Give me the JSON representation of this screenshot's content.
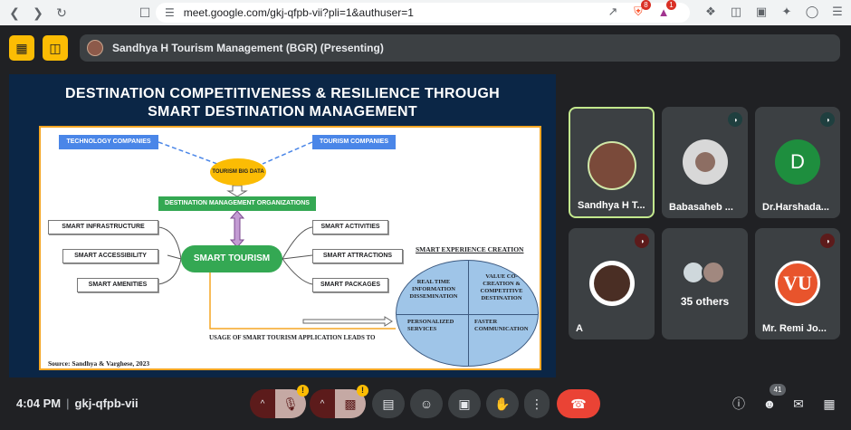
{
  "browser": {
    "url": "meet.google.com/gkj-qfpb-vii?pli=1&authuser=1",
    "brave_badge": "8",
    "alert_badge": "1"
  },
  "meet": {
    "presenting_label": "Sandhya H Tourism Management (BGR) (Presenting)",
    "time": "4:04 PM",
    "meeting_code": "gkj-qfpb-vii",
    "people_count": "41"
  },
  "slide": {
    "title_line1": "DESTINATION COMPETITIVENESS & RESILIENCE THROUGH",
    "title_line2": "SMART DESTINATION MANAGEMENT",
    "technology_companies": "TECHNOLOGY COMPANIES",
    "tourism_companies": "TOURISM COMPANIES",
    "tourism_big_data": "TOURISM BIG DATA",
    "dmo": "DESTINATION MANAGEMENT ORGANIZATIONS",
    "smart_tourism": "SMART TOURISM",
    "left_items": [
      "SMART INFRASTRUCTURE",
      "SMART ACCESSIBILITY",
      "SMART AMENITIES"
    ],
    "right_items": [
      "SMART ACTIVITIES",
      "SMART ATTRACTIONS",
      "SMART PACKAGES"
    ],
    "experience_title": "SMART EXPERIENCE CREATION",
    "quadrants": {
      "q1": "REAL TIME INFORMATION DISSEMINATION",
      "q2": "VALUE CO-CREATION & COMPETITIVE DESTINATION",
      "q3": "PERSONALIZED SERVICES",
      "q4": "FASTER COMMUNICATION"
    },
    "usage_text": "USAGE OF SMART TOURISM APPLICATION LEADS TO",
    "source": "Source: Sandhya & Varghese, 2023"
  },
  "participants": [
    {
      "name": "Sandhya H T...",
      "avatar_color": "#7a4a3a"
    },
    {
      "name": "Babasaheb ...",
      "avatar_color": "#d8d8d8"
    },
    {
      "name": "Dr.Harshada...",
      "initial": "D",
      "avatar_color": "#1e8e3e"
    },
    {
      "name": "A",
      "avatar_color": "#4a2e24"
    },
    {
      "name": "35 others"
    },
    {
      "name": "Mr. Remi Jo...",
      "initial": "VU",
      "avatar_color": "#e8542c"
    }
  ],
  "colors": {
    "tile_active_border": "#c3e88d",
    "leave_red": "#ea4335",
    "warning_yellow": "#fbbc04"
  }
}
